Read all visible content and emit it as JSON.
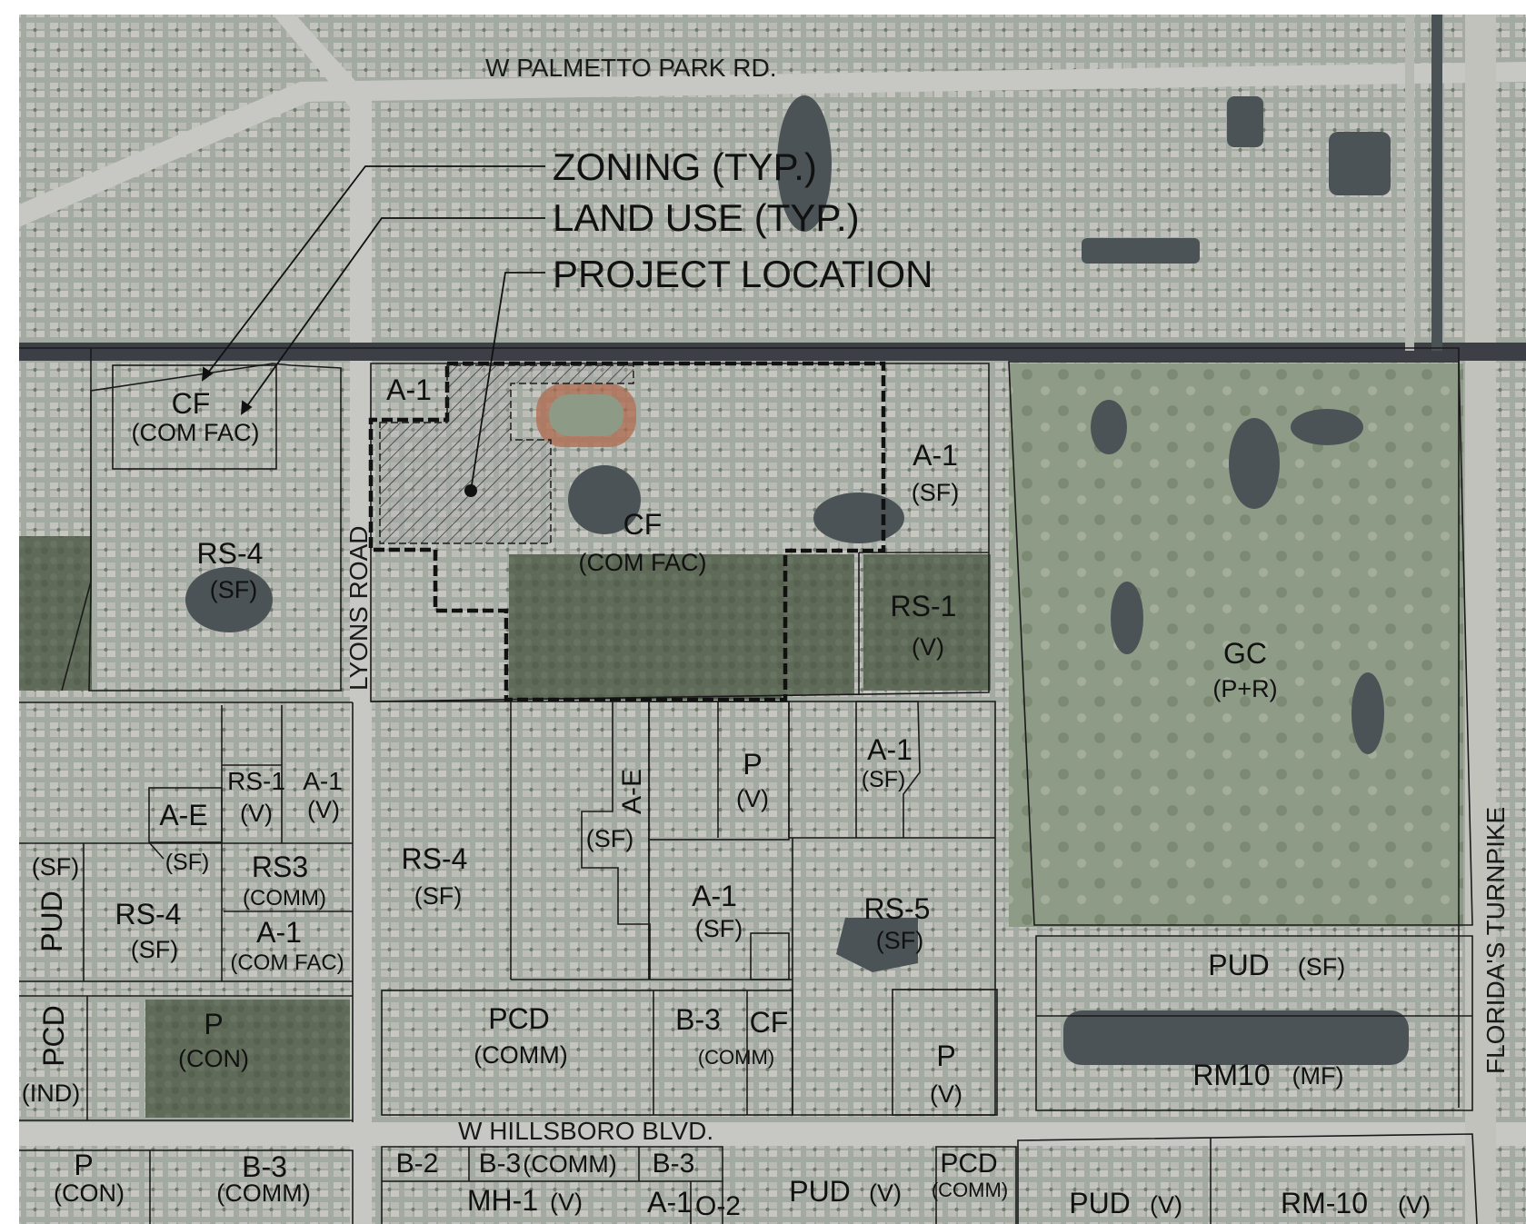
{
  "roads": {
    "palmetto": "W PALMETTO PARK RD.",
    "lyons": "LYONS ROAD",
    "hillsboro": "W HILLSBORO BLVD.",
    "turnpike": "FLORIDA'S TURNPIKE"
  },
  "legend": {
    "zoning": "ZONING (TYP.)",
    "land_use": "LAND USE (TYP.)",
    "project": "PROJECT LOCATION"
  },
  "zones": [
    {
      "zoning": "CF",
      "land_use": "(COM FAC)"
    },
    {
      "zoning": "RS-4",
      "land_use": "(SF)"
    },
    {
      "zoning": "A-1",
      "land_use": ""
    },
    {
      "zoning": "CF",
      "land_use": "(COM FAC)"
    },
    {
      "zoning": "A-1",
      "land_use": "(SF)"
    },
    {
      "zoning": "RS-1",
      "land_use": "(V)"
    },
    {
      "zoning": "GC",
      "land_use": "(P+R)"
    },
    {
      "zoning": "RS-1",
      "land_use": "(V)"
    },
    {
      "zoning": "A-1",
      "land_use": "(V)"
    },
    {
      "zoning": "A-E",
      "land_use": "(SF)"
    },
    {
      "zoning": "RS3",
      "land_use": "(COMM)"
    },
    {
      "zoning": "A-1",
      "land_use": "(COM FAC)"
    },
    {
      "zoning": "RS-4",
      "land_use": "(SF)"
    },
    {
      "zoning": "PUD",
      "land_use": "(SF)"
    },
    {
      "zoning": "RS-4",
      "land_use": "(SF)"
    },
    {
      "zoning": "A-E",
      "land_use": "(SF)"
    },
    {
      "zoning": "P",
      "land_use": "(V)"
    },
    {
      "zoning": "A-1",
      "land_use": "(SF)"
    },
    {
      "zoning": "A-1",
      "land_use": "(SF)"
    },
    {
      "zoning": "RS-5",
      "land_use": "(SF)"
    },
    {
      "zoning": "PUD",
      "land_use": "(SF)"
    },
    {
      "zoning": "PCD",
      "land_use": "(IND)"
    },
    {
      "zoning": "P",
      "land_use": "(CON)"
    },
    {
      "zoning": "PCD",
      "land_use": "(COMM)"
    },
    {
      "zoning": "B-3",
      "land_use": "(COMM)"
    },
    {
      "zoning": "CF",
      "land_use": ""
    },
    {
      "zoning": "P",
      "land_use": "(V)"
    },
    {
      "zoning": "RM10",
      "land_use": "(MF)"
    },
    {
      "zoning": "P",
      "land_use": "(CON)"
    },
    {
      "zoning": "B-3",
      "land_use": "(COMM)"
    },
    {
      "zoning": "B-2",
      "land_use": ""
    },
    {
      "zoning": "B-3",
      "land_use": "(COMM)"
    },
    {
      "zoning": "B-3",
      "land_use": ""
    },
    {
      "zoning": "MH-1",
      "land_use": "(V)"
    },
    {
      "zoning": "A-1",
      "land_use": ""
    },
    {
      "zoning": "O-2",
      "land_use": ""
    },
    {
      "zoning": "PUD",
      "land_use": "(V)"
    },
    {
      "zoning": "PCD",
      "land_use": "(COMM)"
    },
    {
      "zoning": "PUD",
      "land_use": "(V)"
    },
    {
      "zoning": "RM-10",
      "land_use": "(V)"
    }
  ],
  "colors": {
    "aerial_base": "#9aa39a",
    "road": "#c9c9c6",
    "canal": "#3c4046",
    "forest": "#5e6a57",
    "water": "#4a5256",
    "boundary": "#1a1a1a",
    "label": "#111111"
  }
}
